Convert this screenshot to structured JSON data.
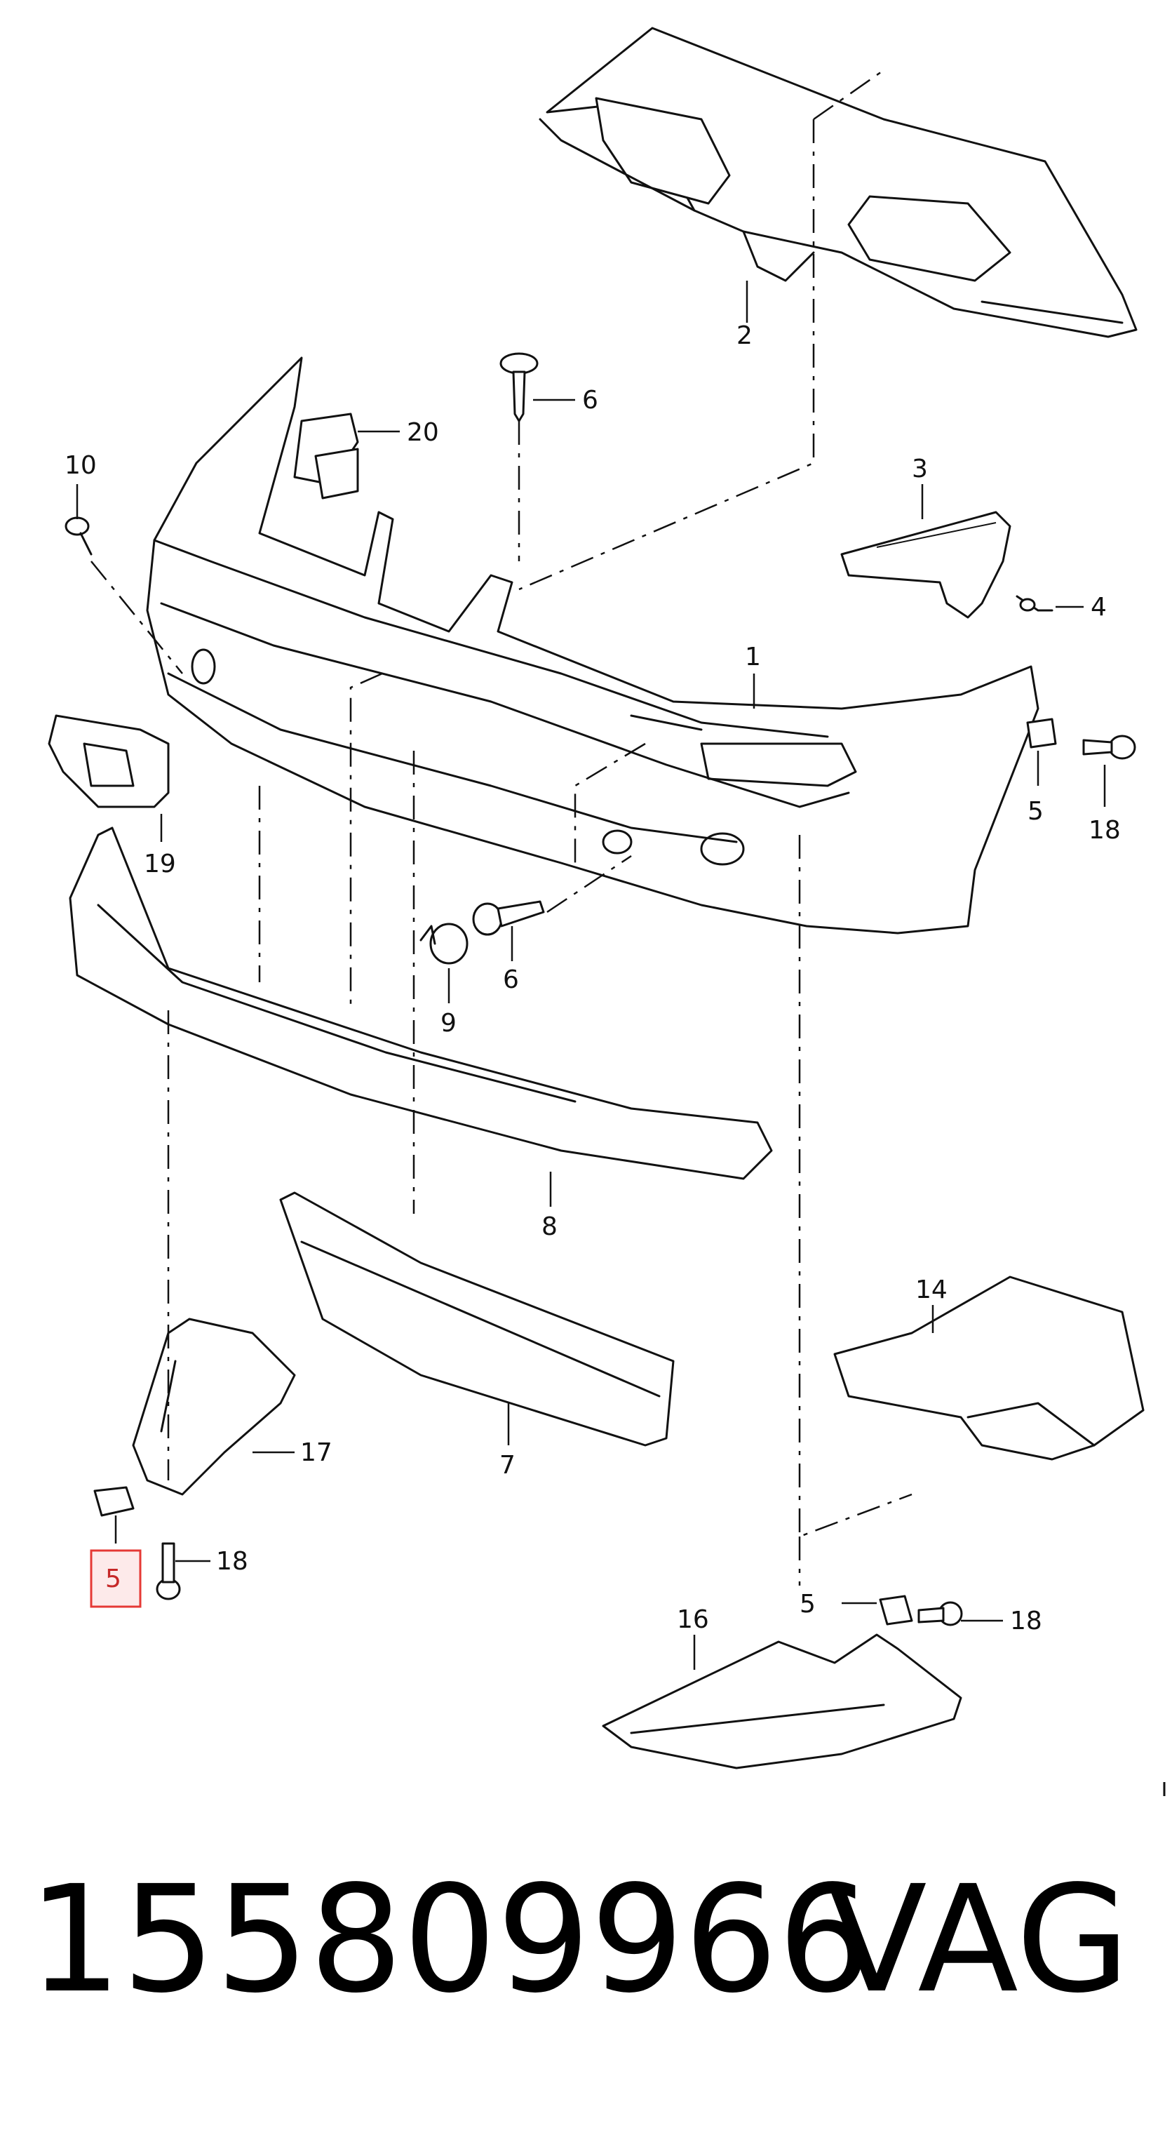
{
  "diagram": {
    "callouts": {
      "c1": "1",
      "c2": "2",
      "c3": "3",
      "c4": "4",
      "c5a": "5",
      "c5b": "5",
      "c5c": "5",
      "c6a": "6",
      "c6b": "6",
      "c7": "7",
      "c8": "8",
      "c9": "9",
      "c10": "10",
      "c14": "14",
      "c16": "16",
      "c17": "17",
      "c18a": "18",
      "c18b": "18",
      "c18c": "18",
      "c19": "19",
      "c20": "20"
    },
    "highlight_color": "#e53935"
  },
  "footer": {
    "part_number": "155809966",
    "brand": "VAG"
  }
}
